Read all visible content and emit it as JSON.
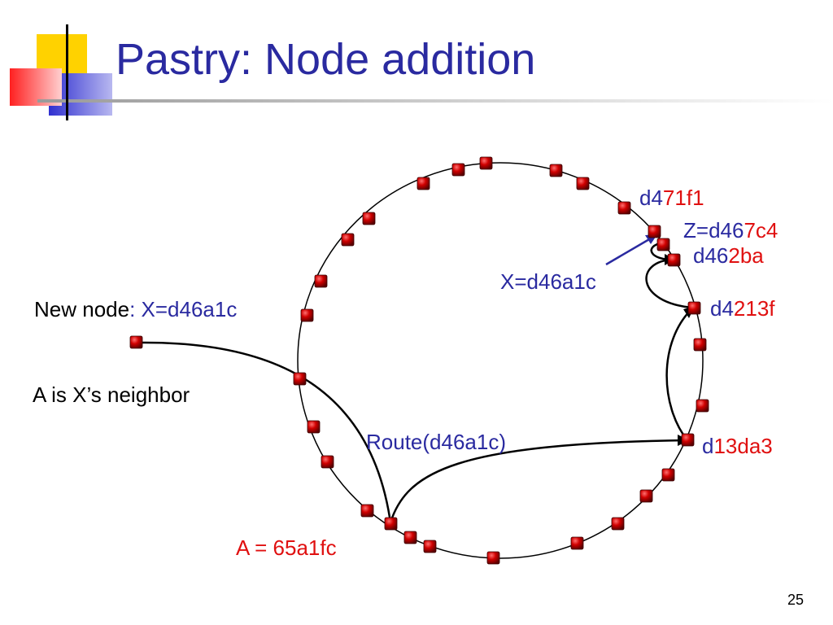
{
  "title": "Pastry: Node addition",
  "page_number": "25",
  "colors": {
    "title_blue": "#2a2aa0",
    "label_blue": "#2a2aa0",
    "label_red": "#e01010",
    "node_red": "#c40000",
    "deco_yellow": "#ffd200",
    "deco_red": "#ff3b3b",
    "deco_blue": "#3838d8"
  },
  "labels": {
    "new_node_prefix": "New node",
    "new_node_id": ": X=d46a1c",
    "neighbor": "A is X’s neighbor",
    "route": "Route(d46a1c)",
    "a_label": "A = 65a1fc",
    "x_label": "X=d46a1c",
    "n1_pre": "d4",
    "n1_post": "71f1",
    "n2_pre": "Z=d46",
    "n2_post": "7c4",
    "n3_pre": "d46",
    "n3_post": "2ba",
    "n4_pre": "d4",
    "n4_post": "213f",
    "n5_pre": "d",
    "n5_post": "13da3"
  }
}
